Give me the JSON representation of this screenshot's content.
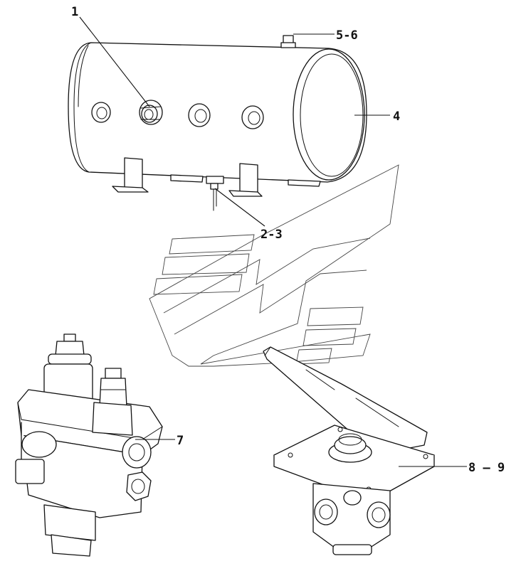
{
  "callouts": {
    "c1": "1",
    "c56": "5-6",
    "c4": "4",
    "c23": "2-3",
    "c7": "7",
    "c89": "8 — 9"
  },
  "colors": {
    "line": "#111111",
    "background": "#ffffff",
    "watermark": "#444444"
  }
}
